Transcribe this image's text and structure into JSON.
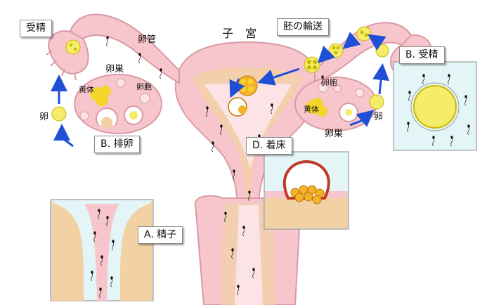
{
  "labels": {
    "uterus": "子 宮",
    "tube_left": "卵管",
    "ovary_left": "卵巣",
    "corpus_left": "黄体",
    "follicle_left": "卵胞",
    "egg_left": "卵",
    "ovary_right": "卵巣",
    "corpus_right": "黄体",
    "follicle_right": "卵胞",
    "egg_right": "卵"
  },
  "callouts": {
    "fert_left": "受精",
    "ovulation": "B. 排卵",
    "transport": "胚の輸送",
    "fert_right": "B. 受精",
    "implant": "D. 着床",
    "sperm": "A. 精子"
  },
  "colors": {
    "tissue": "#f7c6cc",
    "tissue_dark": "#e8a0aa",
    "inset_bg": "#e4f5f7",
    "wall_tan": "#f2d2a4",
    "egg_yellow": "#f5ed6a",
    "corpus_yellow": "#f4d52a",
    "arrow_blue": "#1f4fd6",
    "sperm": "#111111"
  }
}
